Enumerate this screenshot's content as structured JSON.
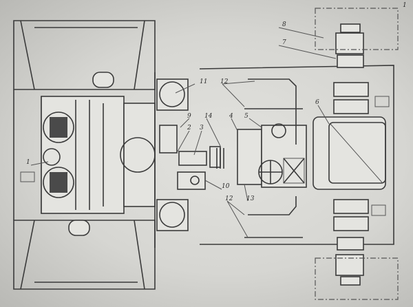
{
  "diagram": {
    "sheet_number": "1",
    "callouts": [
      {
        "id": "8",
        "text": "8"
      },
      {
        "id": "7",
        "text": "7"
      },
      {
        "id": "11",
        "text": "11"
      },
      {
        "id": "12a",
        "text": "12"
      },
      {
        "id": "6",
        "text": "6"
      },
      {
        "id": "14",
        "text": "14"
      },
      {
        "id": "4",
        "text": "4"
      },
      {
        "id": "5",
        "text": "5"
      },
      {
        "id": "9",
        "text": "9"
      },
      {
        "id": "2",
        "text": "2"
      },
      {
        "id": "3",
        "text": "3"
      },
      {
        "id": "1",
        "text": "1"
      },
      {
        "id": "10",
        "text": "10"
      },
      {
        "id": "13",
        "text": "13"
      },
      {
        "id": "12b",
        "text": "12"
      }
    ]
  }
}
